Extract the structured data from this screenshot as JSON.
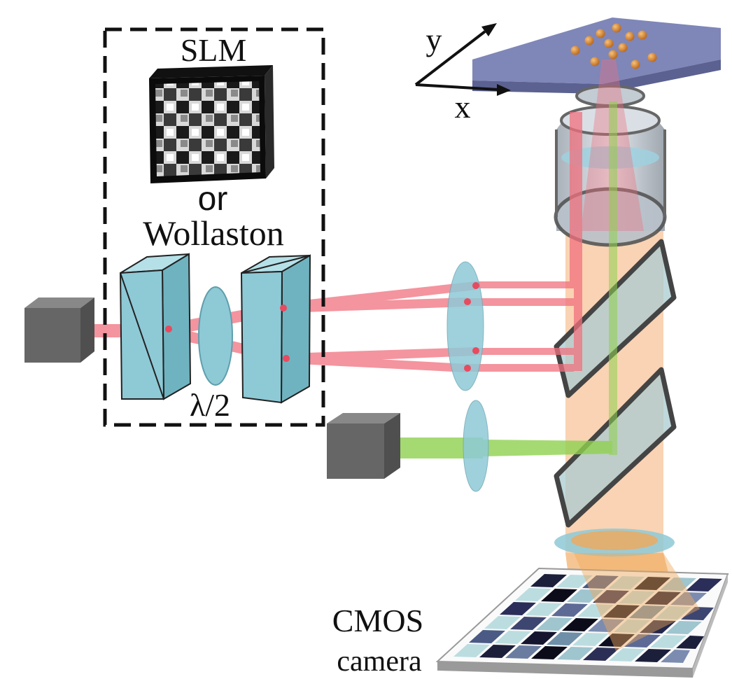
{
  "labels": {
    "slm": "SLM",
    "or": "or",
    "wollaston": "Wollaston",
    "half_wave": "λ/2",
    "cmos": "CMOS",
    "camera": "camera",
    "axis_y": "y",
    "axis_x": "x"
  },
  "colors": {
    "red_beam": "#f0707e",
    "green_beam": "#8fd14f",
    "collection_beam": "#f7c49a",
    "optic": "#8ec9d6",
    "stage": "#7f86b8",
    "source_box": "#666666",
    "bead": "#d98a2b"
  }
}
